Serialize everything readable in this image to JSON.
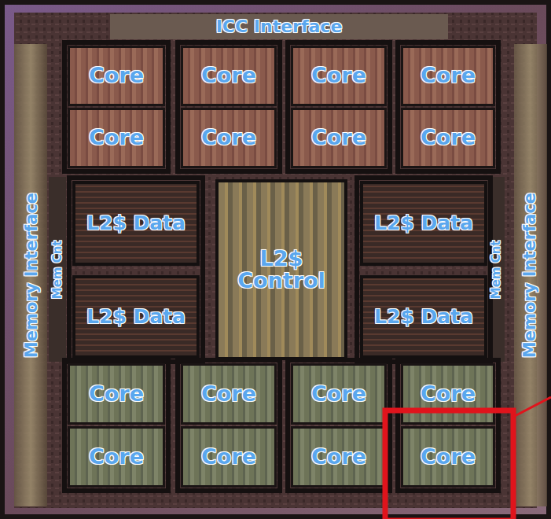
{
  "diagram": {
    "nodes": [
      {
        "text": [
          "ICC Interface"
        ]
      },
      {
        "text": [
          "Core"
        ]
      },
      {
        "text": [
          "Core"
        ]
      },
      {
        "text": [
          "Core"
        ]
      },
      {
        "text": [
          "Core"
        ]
      },
      {
        "text": [
          "Core"
        ]
      },
      {
        "text": [
          "Core"
        ]
      },
      {
        "text": [
          "Core"
        ]
      },
      {
        "text": [
          "Core"
        ]
      },
      {
        "text": [
          "Memory Interface"
        ]
      },
      {
        "text": [
          "Mem Cnt"
        ]
      },
      {
        "text": [
          "L2$ Data"
        ]
      },
      {
        "text": [
          "L2$ Control"
        ]
      },
      {
        "text": [
          "L2$ Data"
        ]
      },
      {
        "text": [
          "Mem Cnt"
        ]
      },
      {
        "text": [
          "Memory Interface"
        ]
      },
      {
        "text": [
          "L2$ Data"
        ]
      },
      {
        "text": [
          "L2$ Data"
        ]
      },
      {
        "text": [
          "Core"
        ]
      },
      {
        "text": [
          "Core"
        ]
      },
      {
        "text": [
          "Core"
        ]
      },
      {
        "text": [
          "Core"
        ]
      },
      {
        "text": [
          "Core"
        ]
      },
      {
        "text": [
          "Core"
        ]
      },
      {
        "text": [
          "Core"
        ]
      },
      {
        "text": [
          "Core"
        ]
      }
    ]
  }
}
